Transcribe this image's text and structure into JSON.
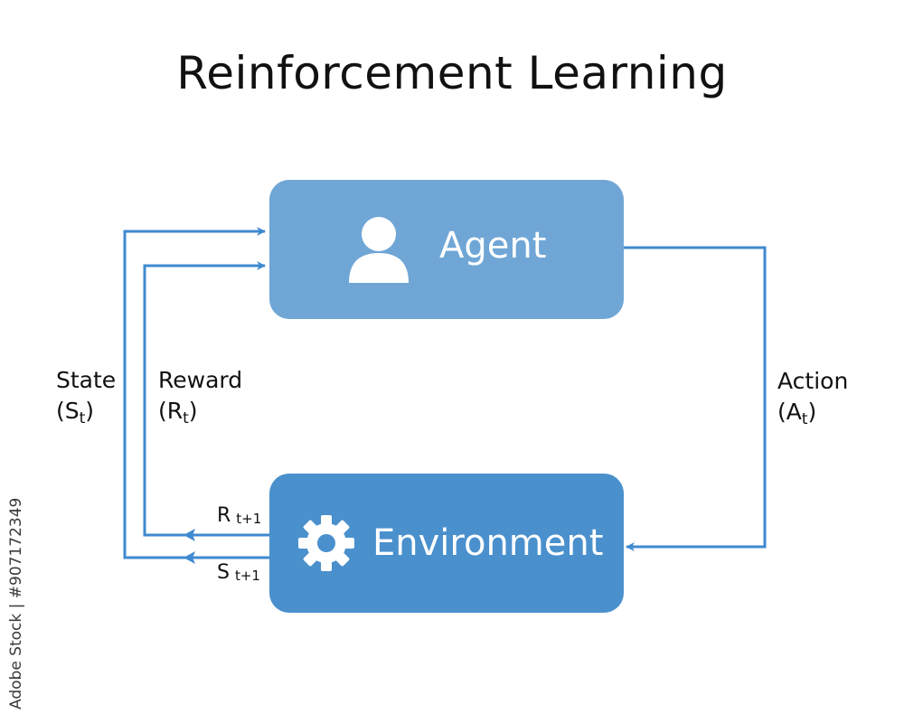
{
  "title": "Reinforcement Learning",
  "agent": {
    "label": "Agent",
    "icon": "user-icon"
  },
  "environment": {
    "label": "Environment",
    "icon": "gear-icon"
  },
  "state": {
    "label": "State",
    "symbol_open": "(S",
    "sub": "t",
    "symbol_close": ")"
  },
  "reward": {
    "label": "Reward",
    "symbol_open": "(R",
    "sub": "t",
    "symbol_close": ")"
  },
  "action": {
    "label": "Action",
    "symbol_open": "(A",
    "sub": "t",
    "symbol_close": ")"
  },
  "next_reward": {
    "letter": "R",
    "sub": "t+1"
  },
  "next_state": {
    "letter": "S",
    "sub": "t+1"
  },
  "watermark": "Adobe Stock | #907172349",
  "colors": {
    "agent_box": "#6fa6d6",
    "environment_box": "#4a90cd",
    "arrow": "#3f8ad0"
  }
}
